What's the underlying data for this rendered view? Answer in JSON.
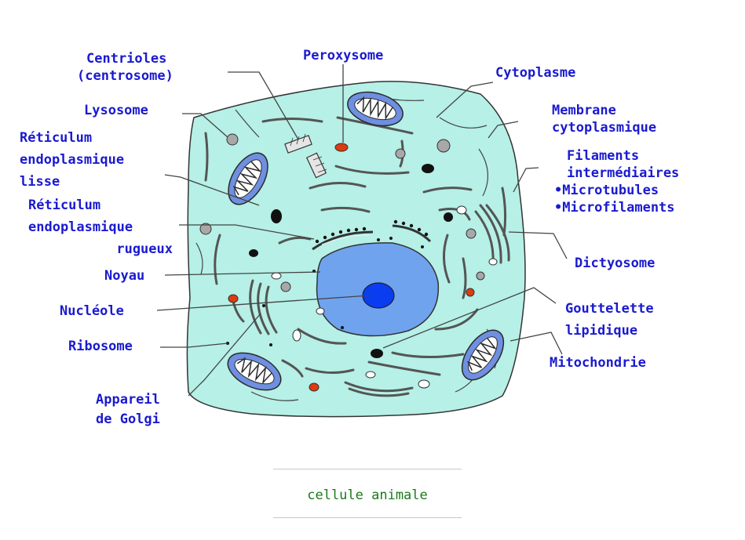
{
  "labels": {
    "centrioles_1": "Centrioles",
    "centrioles_2": "(centrosome)",
    "peroxysome": "Peroxysome",
    "cytoplasme": "Cytoplasme",
    "membrane_1": "Membrane",
    "membrane_2": "cytoplasmique",
    "lysosome": "Lysosome",
    "reticulum_lisse_1": "Réticulum",
    "reticulum_lisse_2": "endoplasmique",
    "reticulum_lisse_3": "lisse",
    "filaments_1": "Filaments",
    "filaments_2": "intermédiaires",
    "microtubules": "•Microtubules",
    "microfilaments": "•Microfilaments",
    "reticulum_rugueux_1": "Réticulum",
    "reticulum_rugueux_2": "endoplasmique",
    "reticulum_rugueux_3": "rugueux",
    "dictyosome": "Dictyosome",
    "noyau": "Noyau",
    "nucleole": "Nucléole",
    "gouttelette_1": "Gouttelette",
    "gouttelette_2": "lipidique",
    "ribosome": "Ribosome",
    "mitochondrie": "Mitochondrie",
    "golgi_1": "Appareil",
    "golgi_2": "de Golgi"
  },
  "caption": "cellule animale",
  "colors": {
    "label_text": "#1a1ad0",
    "caption_text": "#1a7a1a",
    "cytoplasm": "#b6f0e6",
    "nucleus": "#6fa3ee",
    "nucleolus": "#0a3cf0",
    "mitochondria": "#6f8fe0",
    "peroxysome": "#e03a10",
    "lysosome": "#a8a8a8"
  }
}
